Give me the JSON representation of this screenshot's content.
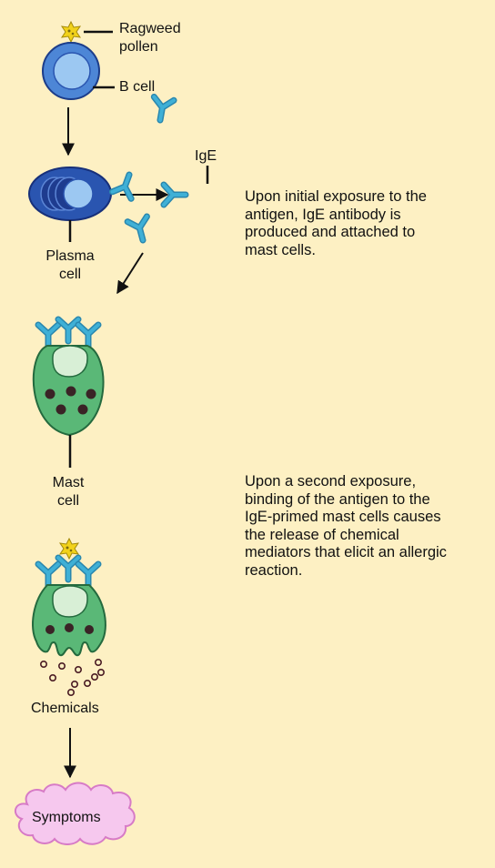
{
  "labels": {
    "ragweed_pollen": [
      "Ragweed",
      "pollen"
    ],
    "b_cell": "B cell",
    "ige": "IgE",
    "plasma_cell": [
      "Plasma",
      "cell"
    ],
    "mast_cell": [
      "Mast",
      "cell"
    ],
    "chemicals": "Chemicals",
    "symptoms": "Symptoms"
  },
  "descriptions": {
    "initial_exposure": [
      "Upon initial exposure to the",
      "antigen, IgE antibody is",
      "produced and attached to",
      "mast cells."
    ],
    "second_exposure": [
      "Upon a second exposure,",
      "binding of the antigen to the",
      "IgE-primed mast cells causes",
      "the release of chemical",
      "mediators that elicit an allergic",
      "reaction."
    ]
  },
  "colors": {
    "background": "#fdf0c3",
    "b_cell_blue": "#4d86d6",
    "nucleus_blue": "#9cc8f2",
    "plasma_dark": "#2a55b0",
    "antibody_cyan": "#3aa0c6",
    "mast_green": "#5ab877",
    "mast_nucleus": "#d8efd6",
    "granule": "#3a2326",
    "pollen_yellow": "#f2d21a",
    "cloud_pink": "#f6c8ee"
  }
}
